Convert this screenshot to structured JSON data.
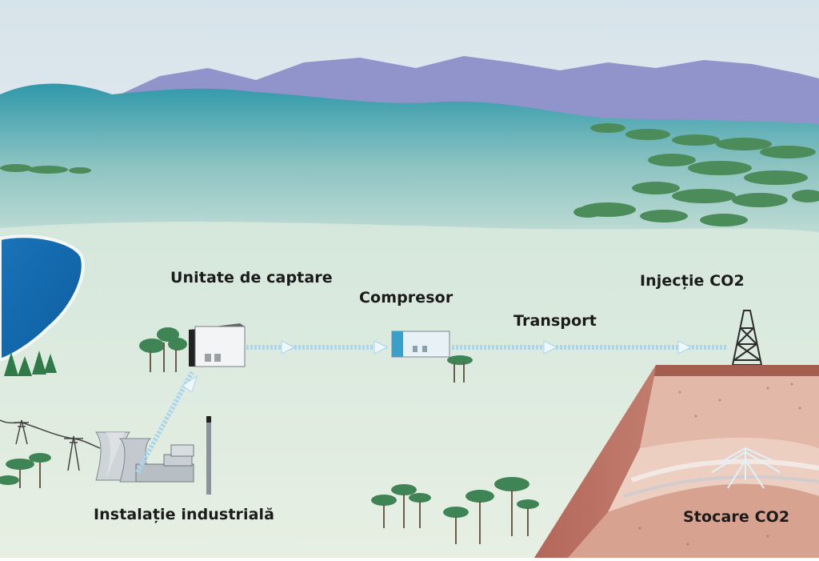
{
  "diagram": {
    "labels": {
      "capture": "Unitate de captare",
      "compressor": "Compresor",
      "transport": "Transport",
      "injection": "Injecție CO2",
      "industrial": "Instalație industrială",
      "storage": "Stocare CO2"
    },
    "colors": {
      "sky": "#e6eef3",
      "mountains": "#8f93cc",
      "hills": "#5fa8b4",
      "plain": "#dbe9dd",
      "lake": "#1a73b8",
      "flow_arrow": "#9ad0ea",
      "ground_layer": "#c98f7f",
      "trees": "#3d8a52"
    }
  }
}
